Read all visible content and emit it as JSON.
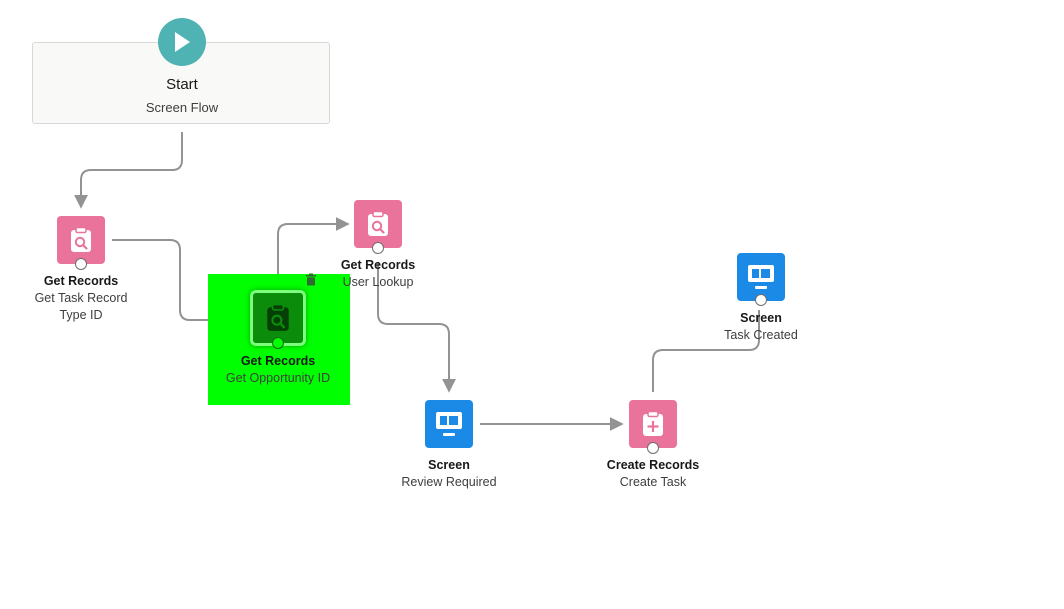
{
  "start": {
    "title": "Start",
    "subtitle": "Screen Flow",
    "icon": "play-icon"
  },
  "nodes": {
    "get_task_record": {
      "title": "Get Records",
      "subtitle_lines": [
        "Get Task Record",
        "Type ID"
      ],
      "icon": "get-records-icon",
      "color": "#e9739a"
    },
    "get_opportunity": {
      "title": "Get Records",
      "subtitle": "Get Opportunity ID",
      "icon": "get-records-icon",
      "selected": true
    },
    "user_lookup": {
      "title": "Get Records",
      "subtitle": "User Lookup",
      "icon": "get-records-icon",
      "color": "#e9739a"
    },
    "review_required": {
      "title": "Screen",
      "subtitle": "Review Required",
      "icon": "screen-icon",
      "color": "#1b8ae6"
    },
    "create_task": {
      "title": "Create Records",
      "subtitle": "Create Task",
      "icon": "create-records-icon",
      "color": "#e9739a"
    },
    "task_created": {
      "title": "Screen",
      "subtitle": "Task Created",
      "icon": "screen-icon",
      "color": "#1b8ae6"
    }
  },
  "colors": {
    "connector_line": "#939393",
    "selection_highlight": "#00ff00",
    "start_icon": "#4fb3b3"
  }
}
